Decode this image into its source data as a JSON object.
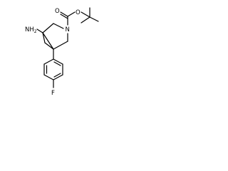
{
  "molecule": {
    "atom_labels": {
      "amine": "NH",
      "amine_subscript": "2",
      "ring_nitrogen": "N",
      "carbonyl_oxygen": "O",
      "ester_oxygen": "O",
      "fluorine": "F"
    },
    "colors": {
      "bond": "#000000",
      "text": "#000000",
      "background": "#ffffff"
    }
  }
}
